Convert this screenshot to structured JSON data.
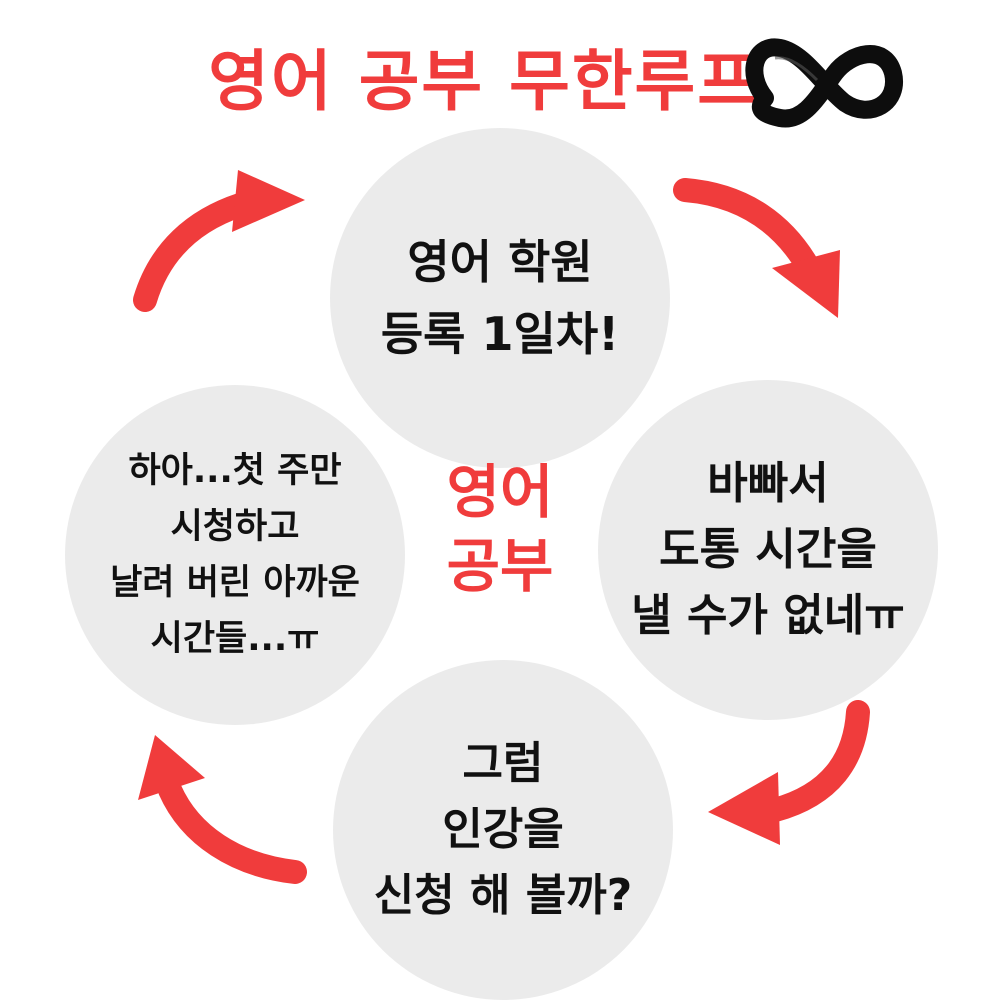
{
  "title": "영어 공부 무한루프",
  "center": [
    "영어",
    "공부"
  ],
  "steps": {
    "top": [
      "영어 학원",
      "등록 1일차!"
    ],
    "right": [
      "바빠서",
      "도통 시간을",
      "낼 수가 없네ㅠ"
    ],
    "bottom": [
      "그럼",
      "인강을",
      "신청 해 볼까?"
    ],
    "left": [
      "하아...첫 주만",
      "시청하고",
      "날려 버린 아까운",
      "시간들...ㅠ"
    ]
  },
  "colors": {
    "accent": "#f03c3c",
    "circle": "#ebebeb",
    "text": "#111111",
    "infinity": "#0d0d0d"
  },
  "icons": {
    "infinity": "infinity-icon",
    "arrows": "curved-arrow-icon"
  }
}
